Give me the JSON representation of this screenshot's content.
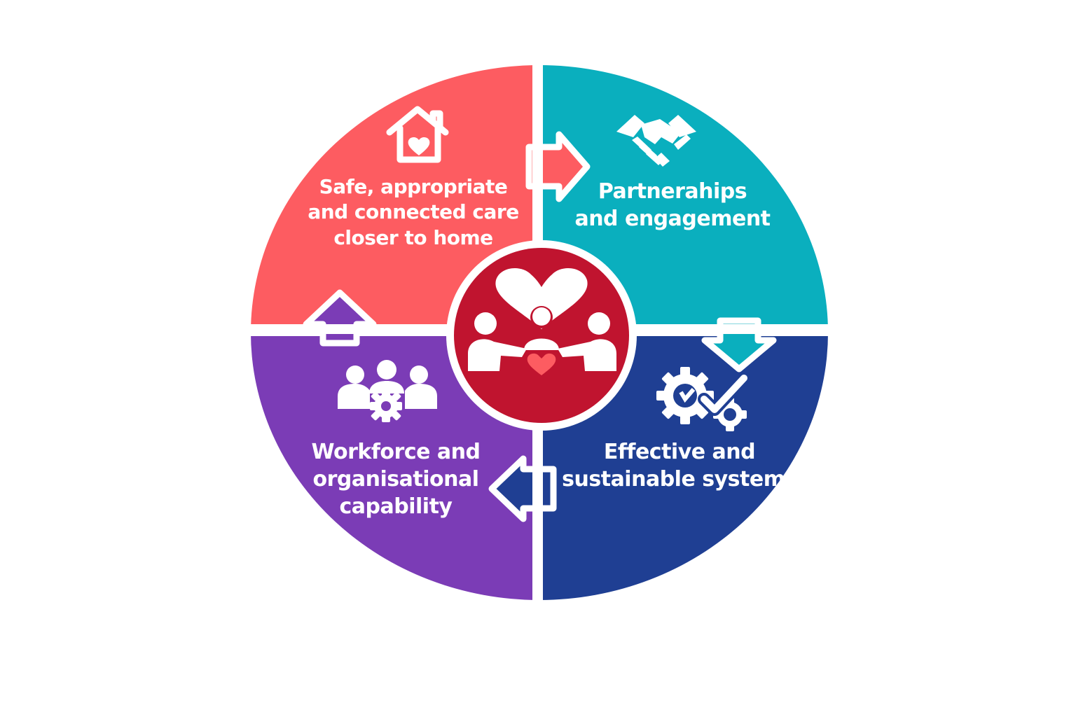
{
  "colors": {
    "top_left": "#fd5c61",
    "top_right": "#0aafbe",
    "bottom_right": "#1f3f93",
    "bottom_left": "#7b3cb6",
    "center": "#c0142f",
    "icon": "#ffffff"
  },
  "center_icon": "people-heart-icon",
  "quadrants": [
    {
      "id": "top-left",
      "icon": "house-heart-icon",
      "lines": [
        "Safe, appropriate",
        "and connected care",
        "closer to home"
      ]
    },
    {
      "id": "top-right",
      "icon": "handshake-icon",
      "lines": [
        "Partnerahips",
        "and engagement"
      ]
    },
    {
      "id": "bottom-right",
      "icon": "gear-check-icon",
      "lines": [
        "Effective and",
        "sustainable systems"
      ]
    },
    {
      "id": "bottom-left",
      "icon": "team-gear-icon",
      "lines": [
        "Workforce and",
        "organisational",
        "capability"
      ]
    }
  ],
  "arrows": [
    "right",
    "down",
    "left",
    "up"
  ]
}
